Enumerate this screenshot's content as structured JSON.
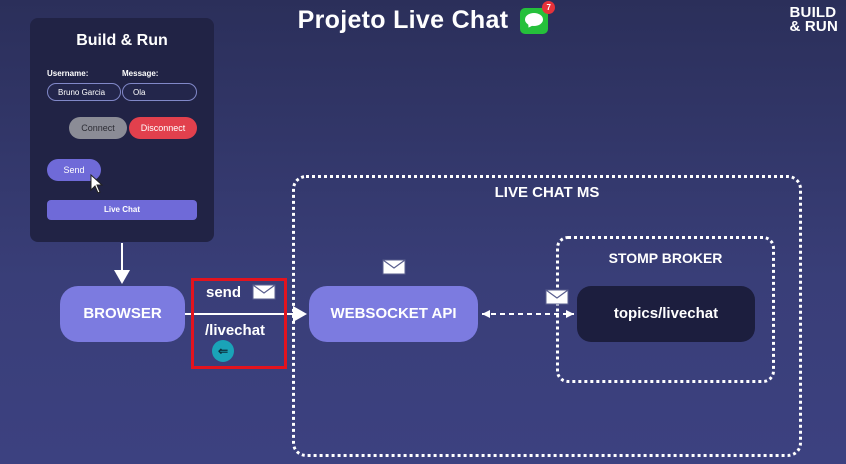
{
  "header": {
    "title": "Projeto Live Chat",
    "notification_count": "7",
    "logo_line1": "BUILD",
    "logo_line2": "& RUN"
  },
  "form": {
    "title": "Build & Run",
    "username_label": "Username:",
    "message_label": "Message:",
    "username_value": "Bruno Garcia",
    "message_value": "Ola",
    "connect_label": "Connect",
    "disconnect_label": "Disconnect",
    "send_label": "Send",
    "livechat_label": "Live Chat"
  },
  "diagram": {
    "browser_label": "BROWSER",
    "send_label": "send",
    "path_label": "/livechat",
    "ms_title": "LIVE CHAT MS",
    "websocket_label": "WEBSOCKET API",
    "broker_title": "STOMP BROKER",
    "topic_label": "topics/livechat"
  },
  "colors": {
    "background": "#33376b",
    "panel": "#212345",
    "accent_purple": "#7c7be0",
    "connect_gray": "#8b8c96",
    "disconnect_red": "#e2404d",
    "highlight_red": "#e3131e",
    "whatsapp_green": "#25c03b"
  },
  "icons": {
    "title_icon": "chat-bubble-icon",
    "envelope": "envelope-icon",
    "cursor": "mouse-pointer-icon"
  }
}
